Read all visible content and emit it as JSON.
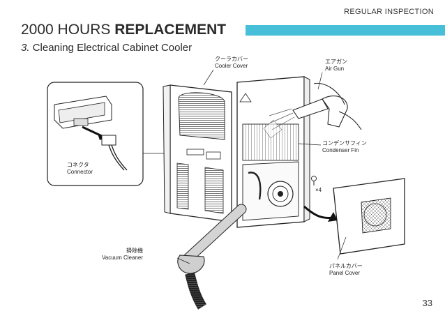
{
  "header": {
    "section_label": "REGULAR INSPECTION",
    "title_light": "2000 HOURS",
    "title_bold": "REPLACEMENT",
    "subtitle_number": "3.",
    "subtitle_text": "Cleaning Electrical Cabinet Cooler",
    "accent_color": "#47bfd9"
  },
  "figure": {
    "callouts": {
      "cooler_cover": {
        "jp": "クーラカバー",
        "en": "Cooler Cover"
      },
      "air_gun": {
        "jp": "エアガン",
        "en": "Air Gun"
      },
      "connector": {
        "jp": "コネクタ",
        "en": "Connector"
      },
      "condenser_fin": {
        "jp": "コンデンサフィン",
        "en": "Condenser Fin"
      },
      "screw_count": "×4",
      "vacuum_cleaner": {
        "jp": "掃除機",
        "en": "Vacuum Cleaner"
      },
      "panel_cover": {
        "jp": "パネルカバー",
        "en": "Panel Cover"
      }
    }
  },
  "footer": {
    "page_number": "33"
  }
}
